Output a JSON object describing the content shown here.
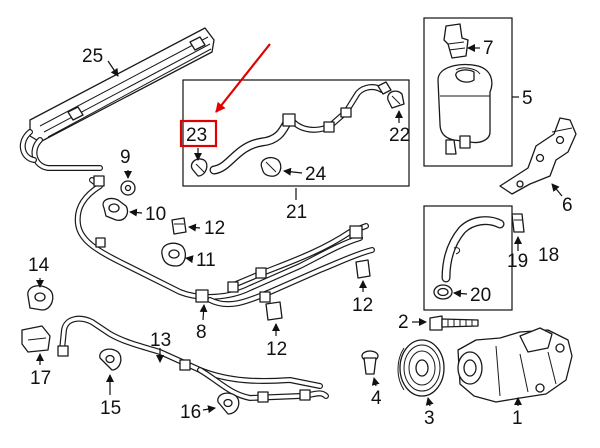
{
  "callouts": {
    "c1": "1",
    "c2": "2",
    "c3": "3",
    "c4": "4",
    "c5": "5",
    "c6": "6",
    "c7": "7",
    "c8": "8",
    "c9": "9",
    "c10": "10",
    "c11": "11",
    "c12a": "12",
    "c12b": "12",
    "c12c": "12",
    "c13": "13",
    "c14": "14",
    "c15": "15",
    "c16": "16",
    "c17": "17",
    "c18": "18",
    "c19": "19",
    "c20": "20",
    "c21": "21",
    "c22": "22",
    "c23": "23",
    "c24": "24",
    "c25": "25"
  },
  "highlight": {
    "part": "23",
    "color": "#e00000"
  }
}
